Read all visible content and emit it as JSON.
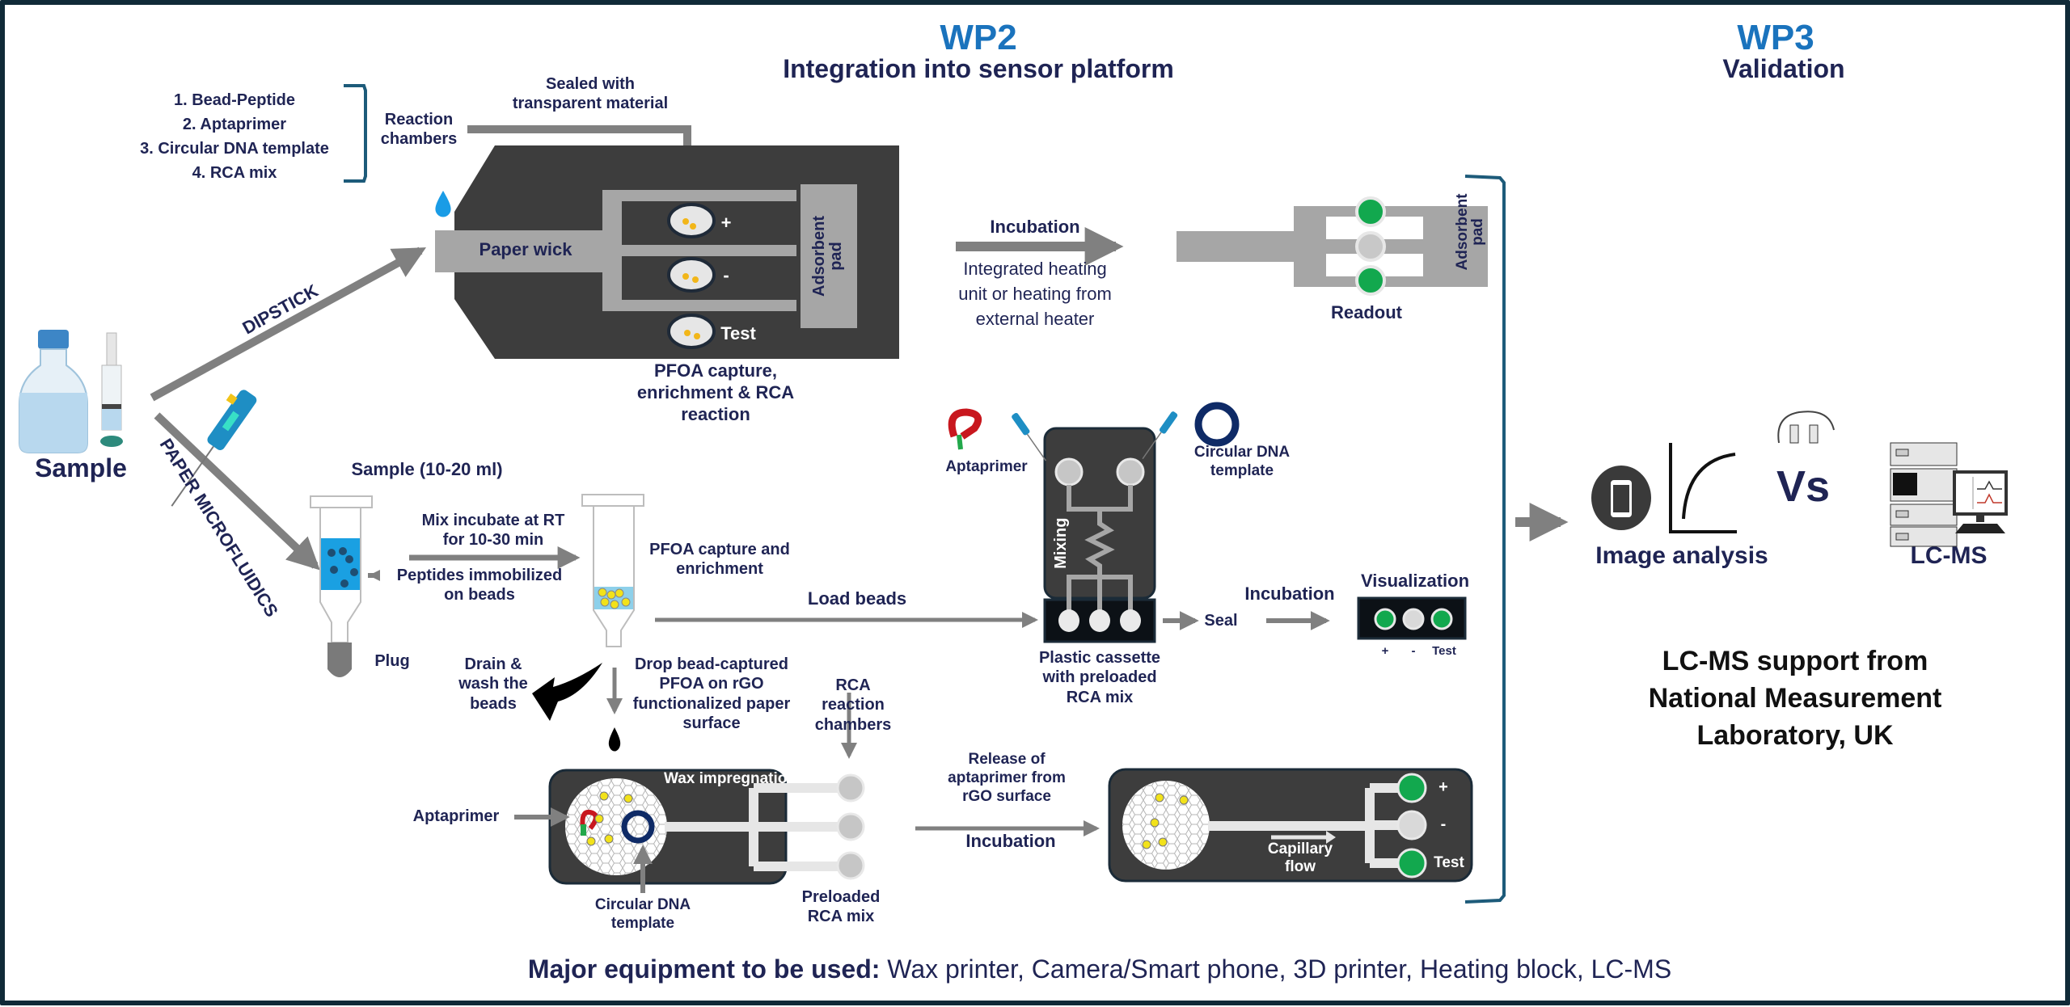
{
  "colors": {
    "frame": "#102a38",
    "title_blue": "#1a73bd",
    "text_navy": "#1f2454",
    "device_dark": "#3d3d3d",
    "channel_grey": "#a6a6a6",
    "arrow_grey": "#808080",
    "signal_green": "#12a84e",
    "bracket_teal": "#1d5b7a",
    "water_blue": "#1a9ce6",
    "bead_yellow": "#f2e21a"
  },
  "header": {
    "wp2": {
      "code": "WP2",
      "title": "Integration into sensor platform"
    },
    "wp3": {
      "code": "WP3",
      "title": "Validation"
    }
  },
  "sample": {
    "label": "Sample",
    "icons": [
      "bottle-icon",
      "syringe-filter-icon"
    ]
  },
  "routes": {
    "dipstick": "DIPSTICK",
    "paper_microfluidics": "PAPER MICROFLUIDICS"
  },
  "reaction_chambers": {
    "items": [
      "1. Bead-Peptide",
      "2. Aptaprimer",
      "3. Circular DNA template",
      "4. RCA mix"
    ],
    "label": [
      "Reaction",
      "chambers"
    ],
    "sealed_note": [
      "Sealed with",
      "transparent material"
    ]
  },
  "dipstick_device": {
    "wick": "Paper wick",
    "pad": [
      "Adsorbent",
      "pad"
    ],
    "wells": [
      "+",
      "-",
      "Test"
    ],
    "caption": [
      "PFOA capture,",
      "enrichment & RCA",
      "reaction"
    ]
  },
  "incubation_top": {
    "label": "Incubation",
    "note": [
      "Integrated heating",
      "unit or heating from",
      "external heater"
    ]
  },
  "readout_strip": {
    "label": "Readout",
    "pad": [
      "Adsorbent",
      "pad"
    ],
    "spots": [
      "positive",
      "negative",
      "positive"
    ]
  },
  "column_step": {
    "sample_volume": "Sample (10-20 ml)",
    "mix": [
      "Mix incubate at RT",
      "for 10-30 min"
    ],
    "peptides": [
      "Peptides immobilized",
      "on beads"
    ],
    "plug": "Plug",
    "capture": [
      "PFOA capture and",
      "enrichment"
    ],
    "drain": [
      "Drain &",
      "wash the",
      "beads"
    ],
    "drop": [
      "Drop bead-captured",
      "PFOA on rGO",
      "functionalized paper",
      "surface"
    ],
    "load_beads": "Load beads"
  },
  "cassette": {
    "aptaprimer": "Aptaprimer",
    "circular_dna": [
      "Circular DNA",
      "template"
    ],
    "mixing": "Mixing",
    "caption": [
      "Plastic cassette",
      "with preloaded",
      "RCA mix"
    ],
    "seal": "Seal",
    "incubation": "Incubation",
    "visualization": "Visualization",
    "vis_labels": [
      "+",
      "-",
      "Test"
    ]
  },
  "paper_chip": {
    "rca_chambers": [
      "RCA",
      "reaction",
      "chambers"
    ],
    "wax": "Wax impregnation",
    "aptaprimer": "Aptaprimer",
    "circular_dna": [
      "Circular DNA",
      "template"
    ],
    "preloaded": [
      "Preloaded",
      "RCA mix"
    ],
    "wells": [
      "+",
      "-",
      "Test"
    ],
    "release": [
      "Release of",
      "aptaprimer from",
      "rGO surface"
    ],
    "incubation": "Incubation",
    "capillary": [
      "Capillary",
      "flow"
    ]
  },
  "validation": {
    "image_analysis": "Image analysis",
    "vs": "Vs",
    "lcms": "LC-MS",
    "support": [
      "LC-MS support from",
      "National Measurement",
      "Laboratory, UK"
    ]
  },
  "footer": {
    "label": "Major equipment to be used:",
    "items": "Wax printer, Camera/Smart phone, 3D printer, Heating block, LC-MS"
  }
}
